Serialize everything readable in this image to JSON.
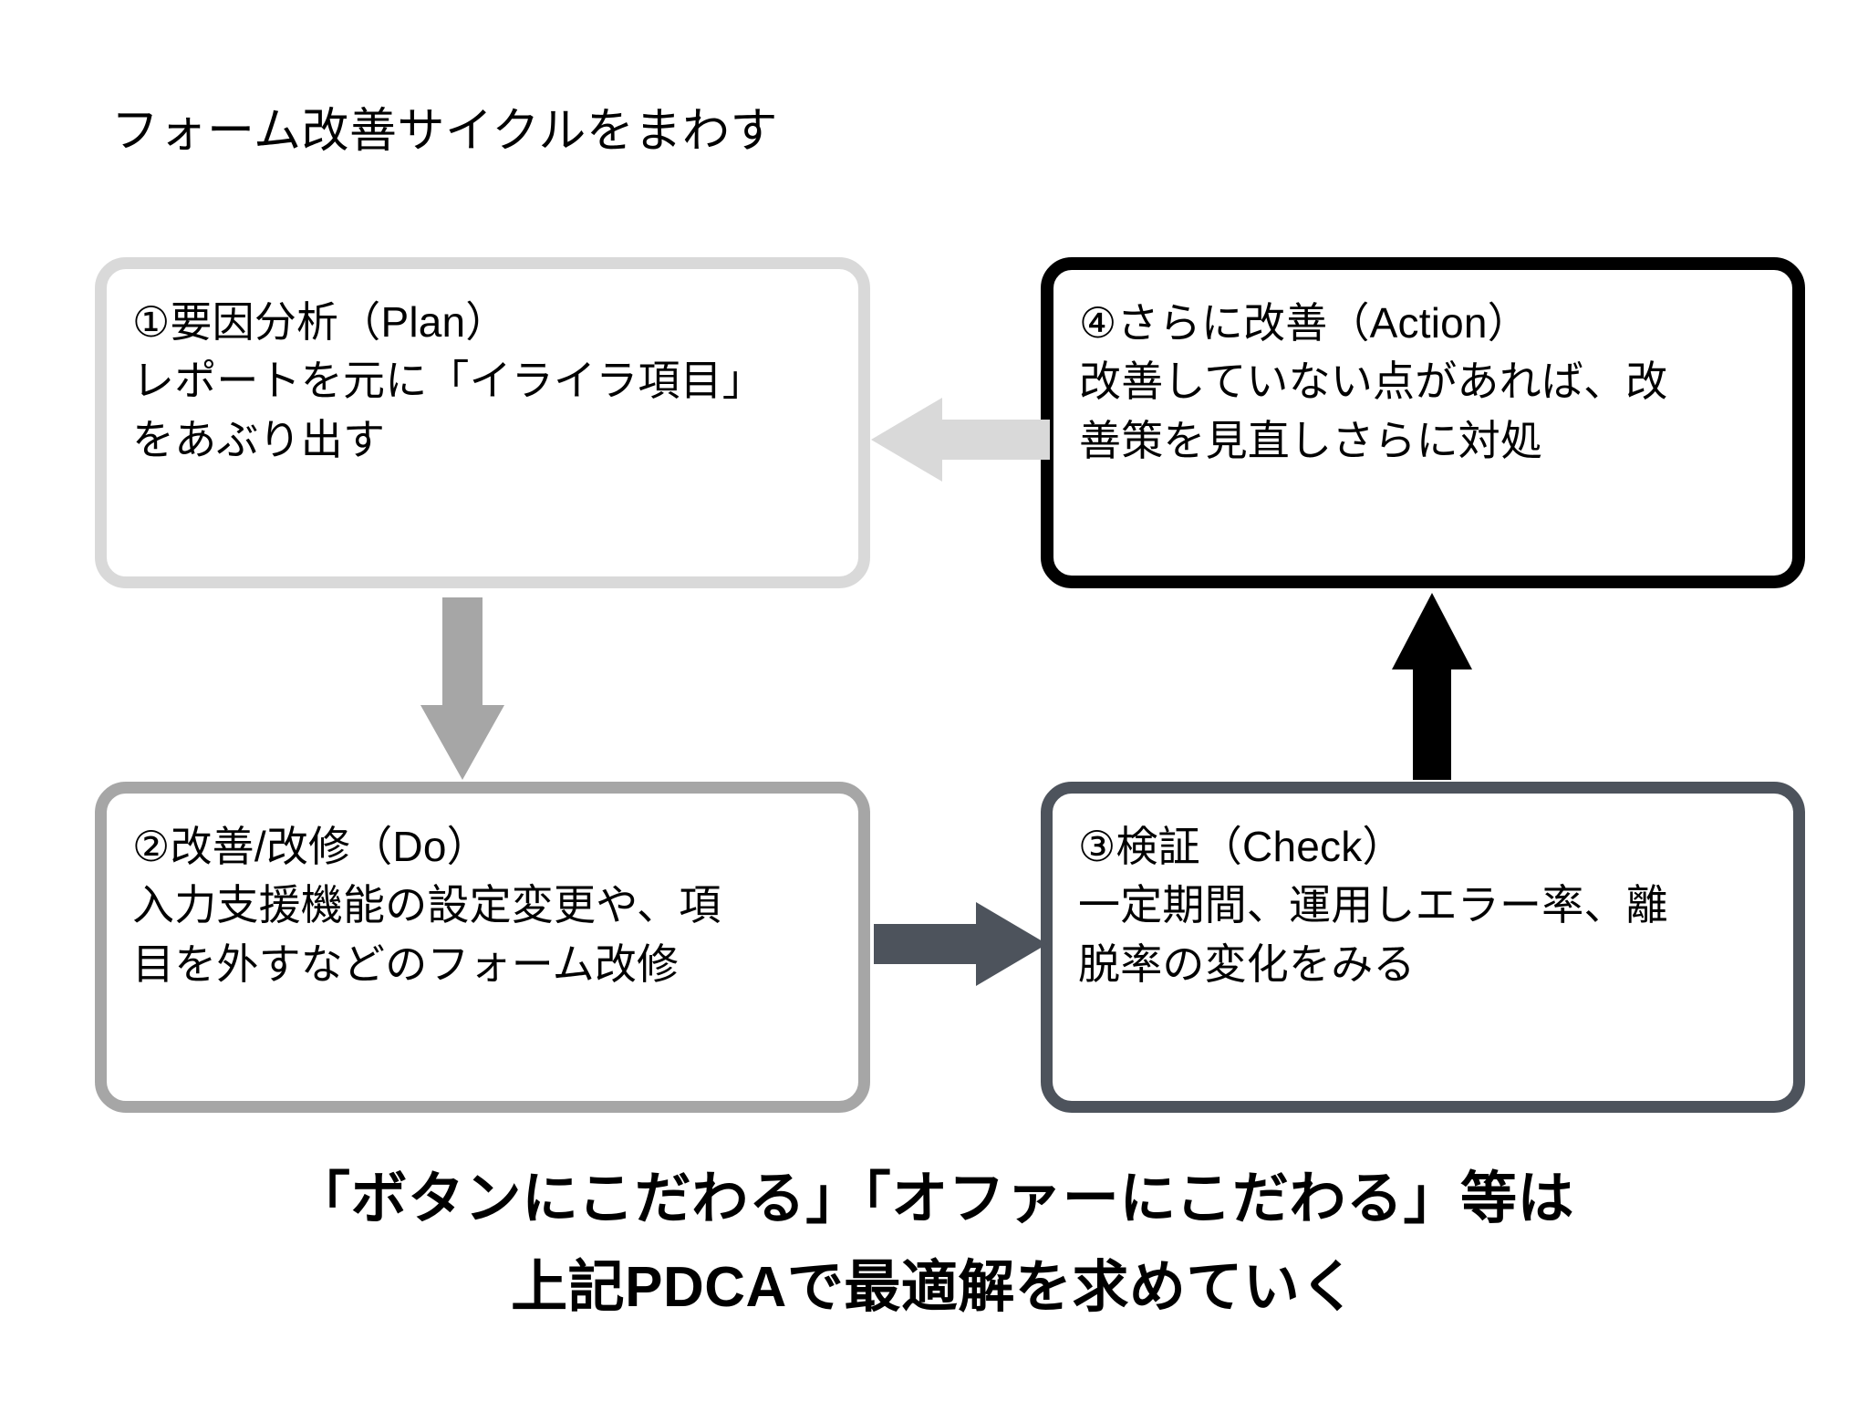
{
  "slide": {
    "title": "フォーム改善サイクルをまわす",
    "background_color": "#ffffff"
  },
  "boxes": [
    {
      "id": "plan",
      "step_marker": "①",
      "heading": "①要因分析（Plan）",
      "body": "レポートを元に「イライラ項目」\nをあぶり出す",
      "text": "①要因分析（Plan）\nレポートを元に「イライラ項目」\nをあぶり出す",
      "border_color": "#d9d9d9"
    },
    {
      "id": "action",
      "step_marker": "④",
      "heading": "④さらに改善（Action）",
      "body": "改善していない点があれば、改\n善策を見直しさらに対処",
      "text": "④さらに改善（Action）\n改善していない点があれば、改\n善策を見直しさらに対処",
      "border_color": "#000000"
    },
    {
      "id": "do",
      "step_marker": "②",
      "heading": "②改善/改修（Do）",
      "body": "入力支援機能の設定変更や、項\n目を外すなどのフォーム改修",
      "text": "②改善/改修（Do）\n入力支援機能の設定変更や、項\n目を外すなどのフォーム改修",
      "border_color": "#a6a6a6"
    },
    {
      "id": "check",
      "step_marker": "③",
      "heading": "③検証（Check）",
      "body": "一定期間、運用しエラー率、離\n脱率の変化をみる",
      "text": "③検証（Check）\n一定期間、運用しエラー率、離\n脱率の変化をみる",
      "border_color": "#4d535c"
    }
  ],
  "arrows": [
    {
      "id": "action-to-plan",
      "direction": "left",
      "color": "#d9d9d9",
      "from": "action",
      "to": "plan"
    },
    {
      "id": "plan-to-do",
      "direction": "down",
      "color": "#a6a6a6",
      "from": "plan",
      "to": "do"
    },
    {
      "id": "do-to-check",
      "direction": "right",
      "color": "#4d535c",
      "from": "do",
      "to": "check"
    },
    {
      "id": "check-to-action",
      "direction": "up",
      "color": "#000000",
      "from": "check",
      "to": "action"
    }
  ],
  "caption": {
    "line1": "「ボタンにこだわる」「オファーにこだわる」等は",
    "line2": "上記PDCAで最適解を求めていく"
  }
}
